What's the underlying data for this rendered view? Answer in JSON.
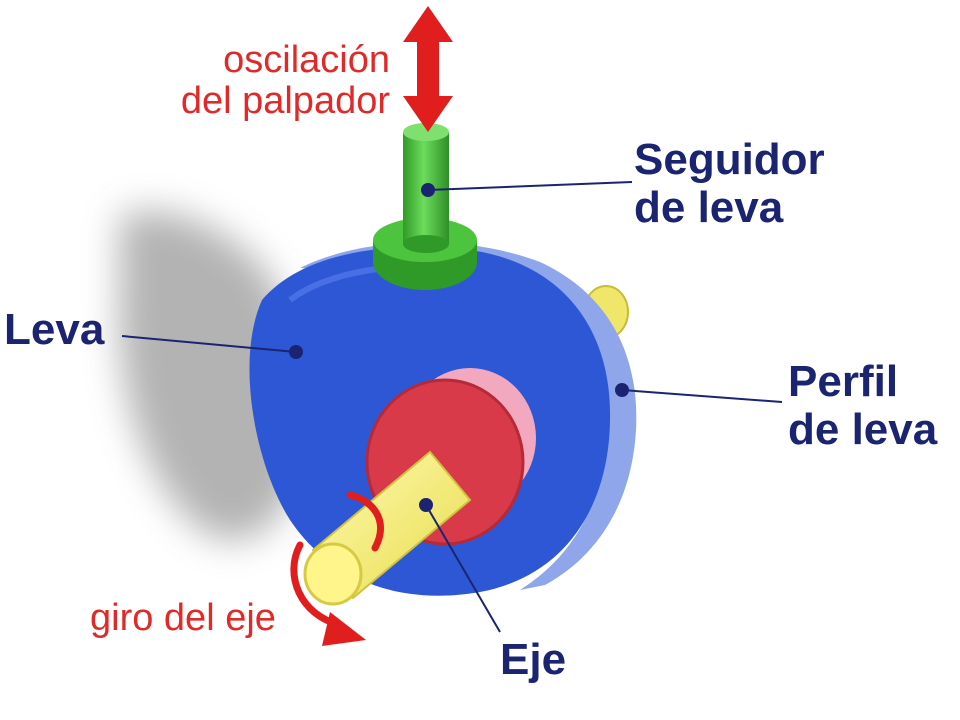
{
  "labels": {
    "oscilacion_line1": "oscilación",
    "oscilacion_line2": "del palpador",
    "seguidor_line1": "Seguidor",
    "seguidor_line2": "de leva",
    "leva": "Leva",
    "perfil_line1": "Perfil",
    "perfil_line2": "de leva",
    "giro": "giro del eje",
    "eje": "Eje"
  },
  "colors": {
    "red_text": "#e02a2a",
    "navy_text": "#1b2470",
    "cam_blue": "#2e57d6",
    "cam_edge": "#8fa6ea",
    "follower_green": "#3cb534",
    "hub_red": "#d83a4a",
    "hub_pink": "#f2a9c0",
    "shaft_yellow": "#f5ef78",
    "arrow_red": "#e01e1e"
  }
}
